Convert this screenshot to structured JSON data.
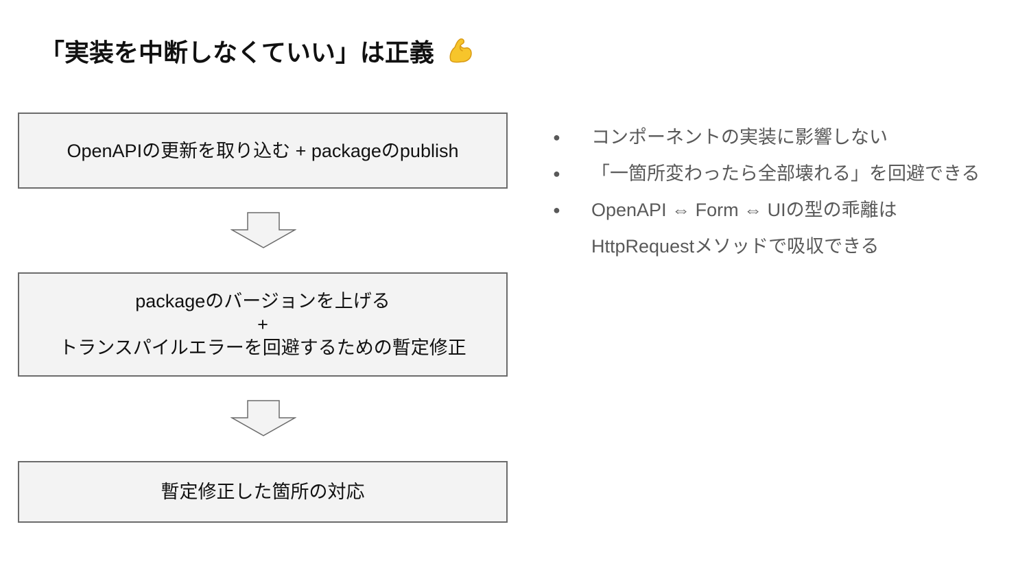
{
  "title": {
    "text": "「実装を中断しなくていい」は正義",
    "emoji_icon": "flexed-biceps-icon"
  },
  "flow": {
    "step1": "OpenAPIの更新を取り込む + packageのpublish",
    "step2_line1": "packageのバージョンを上げる",
    "step2_plus": "+",
    "step2_line2": "トランスパイルエラーを回避するための暫定修正",
    "step3": "暫定修正した箇所の対応"
  },
  "bullets": {
    "marker": "●",
    "item1": "コンポーネントの実装に影響しない",
    "item2": "「一箇所変わったら全部壊れる」を回避できる",
    "item3_line1": "OpenAPI ⇔ Form ⇔ UIの型の乖離は",
    "item3_line2": "HttpRequestメソッドで吸収できる"
  },
  "colors": {
    "box_fill": "#f3f3f3",
    "box_border": "#6b6b6b",
    "bullet_text": "#595959",
    "emoji_yellow": "#f7c52b"
  }
}
